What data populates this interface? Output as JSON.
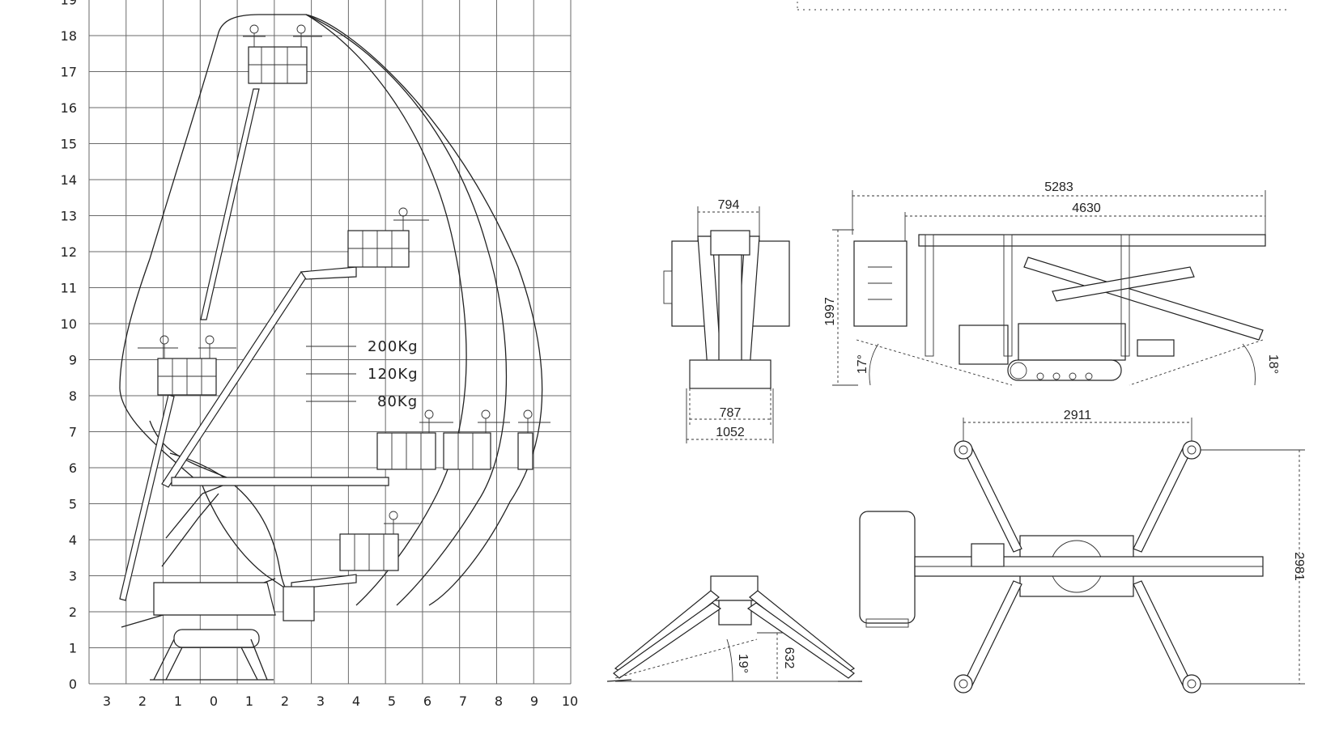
{
  "work_envelope": {
    "y_ticks": [
      "0",
      "1",
      "2",
      "3",
      "4",
      "5",
      "6",
      "7",
      "8",
      "9",
      "10",
      "11",
      "12",
      "13",
      "14",
      "15",
      "16",
      "17",
      "18",
      "19"
    ],
    "x_ticks": [
      "3",
      "2",
      "1",
      "0",
      "1",
      "2",
      "3",
      "4",
      "5",
      "6",
      "7",
      "8",
      "9",
      "10"
    ],
    "loads": [
      "200Kg",
      "120Kg",
      "80Kg"
    ]
  },
  "dimensions": {
    "front_top_width": "794",
    "front_track_width": "787",
    "front_overall_width": "1052",
    "side_overall_length": "5283",
    "side_length": "4630",
    "side_height": "1997",
    "side_angle_left": "17°",
    "side_angle_right": "18°",
    "outrigger_front_angle": "19°",
    "outrigger_front_height": "632",
    "top_outrigger_span_x": "2911",
    "top_outrigger_span_y": "2981"
  },
  "colors": {
    "ink": "#222222",
    "grid": "#6a6a6a",
    "background": "#ffffff"
  }
}
